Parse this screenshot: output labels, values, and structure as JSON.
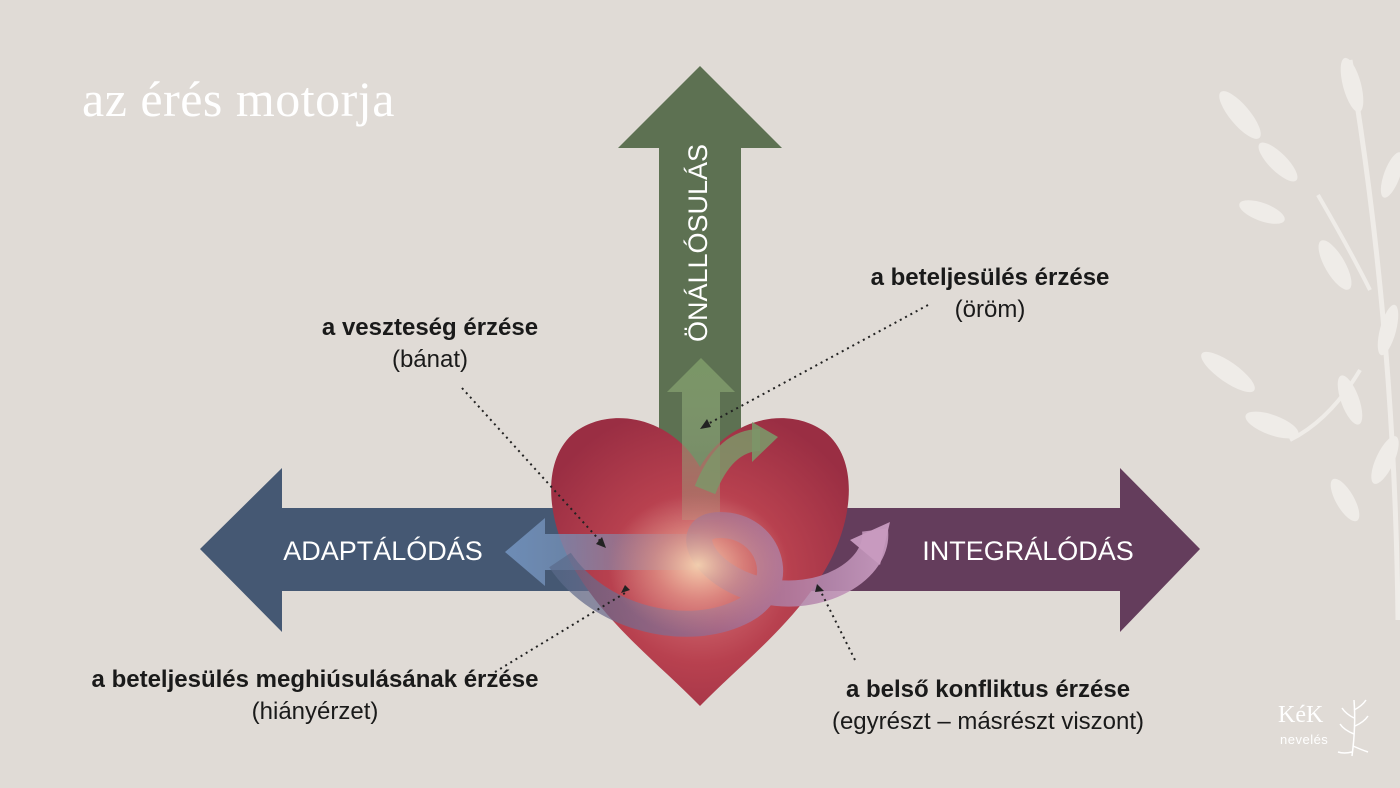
{
  "slide": {
    "title": "az érés motorja"
  },
  "arrows": {
    "up_label": "ÖNÁLLÓSULÁS",
    "left_label": "ADAPTÁLÓDÁS",
    "right_label": "INTEGRÁLÓDÁS"
  },
  "annotations": {
    "loss": {
      "head": "a veszteség érzése",
      "sub": "(bánat)"
    },
    "fulfillment": {
      "head": "a beteljesülés érzése",
      "sub": "(öröm)"
    },
    "frustration": {
      "head": "a beteljesülés meghiúsulásának érzése",
      "sub": "(hiányérzet)"
    },
    "conflict": {
      "head": "a belső konfliktus érzése",
      "sub": "(egyrészt – másrészt viszont)"
    }
  },
  "logo": {
    "main": "KéK",
    "sub": "nevelés"
  },
  "colors": {
    "background": "#e0dbd6",
    "up_arrow": "#5d7152",
    "left_arrow": "#455873",
    "right_arrow": "#643d5c",
    "heart": "#b23c52"
  }
}
